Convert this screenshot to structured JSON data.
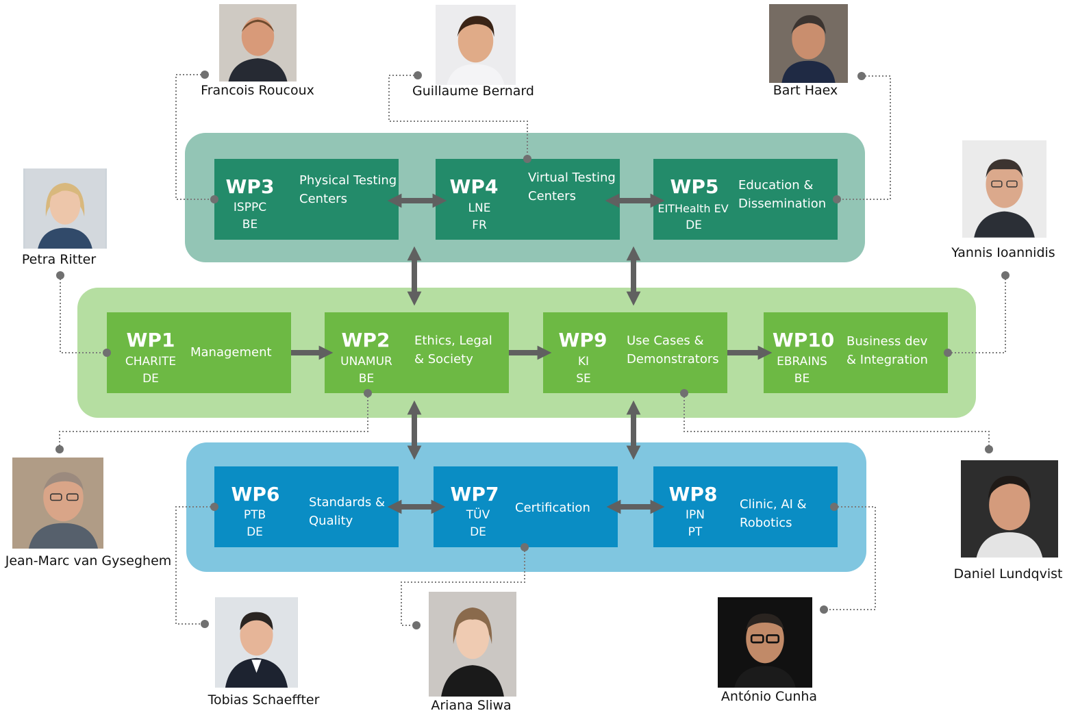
{
  "colors": {
    "band_top": "#93c5b5",
    "band_mid": "#b5dea1",
    "band_bottom": "#80c6e0",
    "box_top": "#238b6a",
    "box_mid": "#6db944",
    "box_bottom": "#0a8dc4",
    "arrow": "#606060",
    "connector": "#7a7a7a"
  },
  "work_packages": {
    "wp3": {
      "code": "WP3",
      "org": "ISPPC",
      "country": "BE",
      "title": "Physical Testing\nCenters"
    },
    "wp4": {
      "code": "WP4",
      "org": "LNE",
      "country": "FR",
      "title": "Virtual Testing\nCenters"
    },
    "wp5": {
      "code": "WP5",
      "org": "EITHealth EV",
      "country": "DE",
      "title": "Education &\nDissemination"
    },
    "wp1": {
      "code": "WP1",
      "org": "CHARITE",
      "country": "DE",
      "title": "Management"
    },
    "wp2": {
      "code": "WP2",
      "org": "UNAMUR",
      "country": "BE",
      "title": "Ethics, Legal\n& Society"
    },
    "wp9": {
      "code": "WP9",
      "org": "KI",
      "country": "SE",
      "title": "Use Cases &\nDemonstrators"
    },
    "wp10": {
      "code": "WP10",
      "org": "EBRAINS",
      "country": "BE",
      "title": "Business dev\n& Integration"
    },
    "wp6": {
      "code": "WP6",
      "org": "PTB",
      "country": "DE",
      "title": "Standards &\nQuality"
    },
    "wp7": {
      "code": "WP7",
      "org": "TÜV",
      "country": "DE",
      "title": "Certification"
    },
    "wp8": {
      "code": "WP8",
      "org": "IPN",
      "country": "PT",
      "title": "Clinic, AI &\nRobotics"
    }
  },
  "people": {
    "francois": {
      "name": "Francois Roucoux"
    },
    "guillaume": {
      "name": "Guillaume Bernard"
    },
    "bart": {
      "name": "Bart Haex"
    },
    "petra": {
      "name": "Petra Ritter"
    },
    "yannis": {
      "name": "Yannis Ioannidis"
    },
    "jeanmarc": {
      "name": "Jean-Marc van Gyseghem"
    },
    "daniel": {
      "name": "Daniel Lundqvist"
    },
    "tobias": {
      "name": "Tobias Schaeffter"
    },
    "ariana": {
      "name": "Ariana Sliwa"
    },
    "antonio": {
      "name": "António Cunha"
    }
  }
}
